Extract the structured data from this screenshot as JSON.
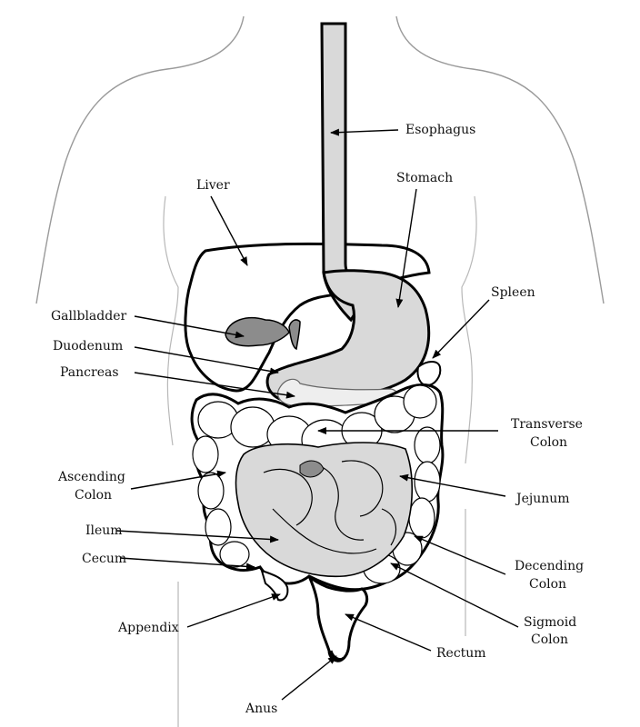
{
  "labels": {
    "esophagus": "Esophagus",
    "stomach": "Stomach",
    "liver": "Liver",
    "spleen": "Spleen",
    "gallbladder": "Gallbladder",
    "duodenum": "Duodenum",
    "pancreas": "Pancreas",
    "transverse_colon_1": "Transverse",
    "transverse_colon_2": "Colon",
    "ascending_colon_1": "Ascending",
    "ascending_colon_2": "Colon",
    "jejunum": "Jejunum",
    "ileum": "Ileum",
    "cecum": "Cecum",
    "decending_colon_1": "Decending",
    "decending_colon_2": "Colon",
    "appendix": "Appendix",
    "sigmoid_colon_1": "Sigmoid",
    "sigmoid_colon_2": "Colon",
    "rectum": "Rectum",
    "anus": "Anus"
  },
  "colors": {
    "organ_fill": "#d9d9d9",
    "organ_dark": "#8c8c8c",
    "body_outline": "#9a9a9a",
    "colon_fill": "#ffffff",
    "stroke": "#000000"
  }
}
